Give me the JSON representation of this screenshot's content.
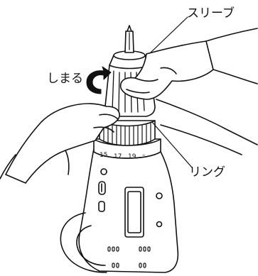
{
  "labels": {
    "sleeve": "スリーブ",
    "tighten": "しまる",
    "ring": "リング"
  },
  "torque_scale": [
    "15",
    "17",
    "19",
    "–"
  ],
  "colors": {
    "line": "#111111",
    "fill": "#ffffff"
  }
}
